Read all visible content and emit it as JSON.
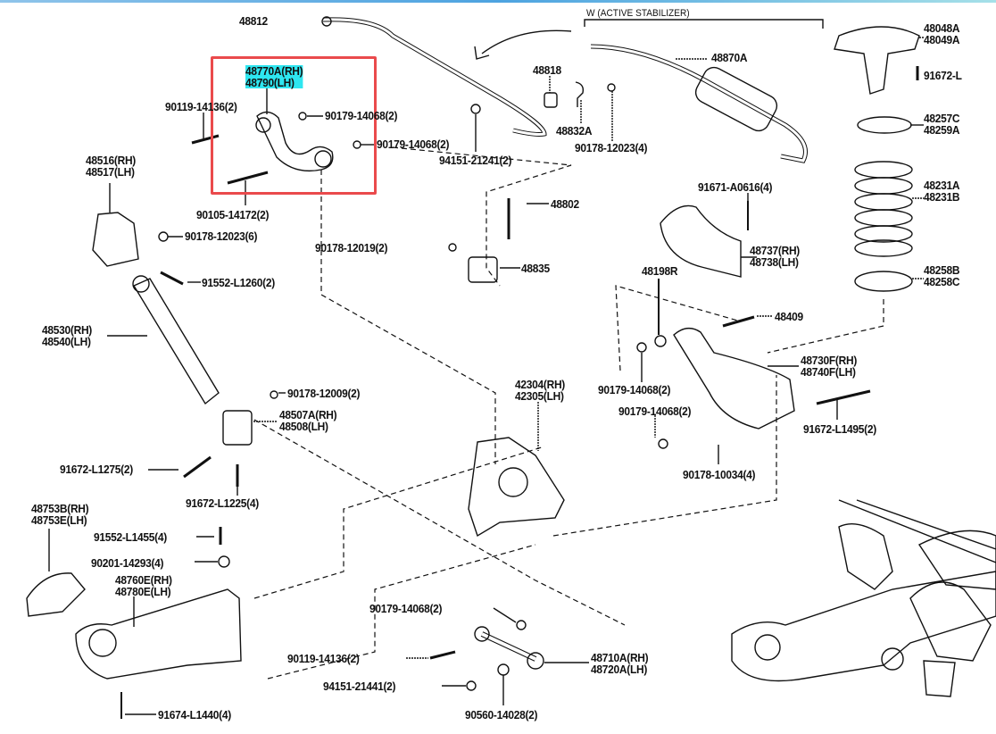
{
  "diagram": {
    "highlight_color": "#2ee6f0",
    "selection_box_color": "#ea4a4c",
    "group_label": "W (ACTIVE STABILIZER)",
    "labels": {
      "p48812": [
        "48812"
      ],
      "p48870A": [
        "48870A"
      ],
      "p48818": [
        "48818"
      ],
      "p48832A": [
        "48832A"
      ],
      "p90178_12023_4": [
        "90178-12023(4)"
      ],
      "p94151_21241": [
        "94151-21241(2)"
      ],
      "p48770A": [
        "48770A(RH)",
        "48790(LH)"
      ],
      "p90119_14136_a": [
        "90119-14136(2)"
      ],
      "p90179_14068_a": [
        "90179-14068(2)"
      ],
      "p90179_14068_b": [
        "90179-14068(2)"
      ],
      "p90105_14172": [
        "90105-14172(2)"
      ],
      "p48516": [
        "48516(RH)",
        "48517(LH)"
      ],
      "p90178_12023_6": [
        "90178-12023(6)"
      ],
      "p90178_12019": [
        "90178-12019(2)"
      ],
      "p48802": [
        "48802"
      ],
      "p48835": [
        "48835"
      ],
      "p91552_L1260": [
        "91552-L1260(2)"
      ],
      "p91671_A0616": [
        "91671-A0616(4)"
      ],
      "p48737": [
        "48737(RH)",
        "48738(LH)"
      ],
      "p48198R": [
        "48198R"
      ],
      "p48048A": [
        "48048A",
        "48049A"
      ],
      "p91672_L": [
        "91672-L"
      ],
      "p48257C": [
        "48257C",
        "48259A"
      ],
      "p48231A": [
        "48231A",
        "48231B"
      ],
      "p48258B": [
        "48258B",
        "48258C"
      ],
      "p48409": [
        "48409"
      ],
      "p48530": [
        "48530(RH)",
        "48540(LH)"
      ],
      "p90178_12009": [
        "90178-12009(2)"
      ],
      "p48507A": [
        "48507A(RH)",
        "48508(LH)"
      ],
      "p48730F": [
        "48730F(RH)",
        "48740F(LH)"
      ],
      "p42304": [
        "42304(RH)",
        "42305(LH)"
      ],
      "p90179_14068_c": [
        "90179-14068(2)"
      ],
      "p90179_14068_d": [
        "90179-14068(2)"
      ],
      "p91672_L1495": [
        "91672-L1495(2)"
      ],
      "p91672_L1275": [
        "91672-L1275(2)"
      ],
      "p90178_10034": [
        "90178-10034(4)"
      ],
      "p91672_L1225": [
        "91672-L1225(4)"
      ],
      "p48753B": [
        "48753B(RH)",
        "48753E(LH)"
      ],
      "p91552_L1455": [
        "91552-L1455(4)"
      ],
      "p90201_14293": [
        "90201-14293(4)"
      ],
      "p48760E": [
        "48760E(RH)",
        "48780E(LH)"
      ],
      "p90179_14068_e": [
        "90179-14068(2)"
      ],
      "p90119_14136_b": [
        "90119-14136(2)"
      ],
      "p48710A": [
        "48710A(RH)",
        "48720A(LH)"
      ],
      "p94151_21441": [
        "94151-21441(2)"
      ],
      "p90560_14028": [
        "90560-14028(2)"
      ],
      "p91674_L1440": [
        "91674-L1440(4)"
      ]
    }
  }
}
